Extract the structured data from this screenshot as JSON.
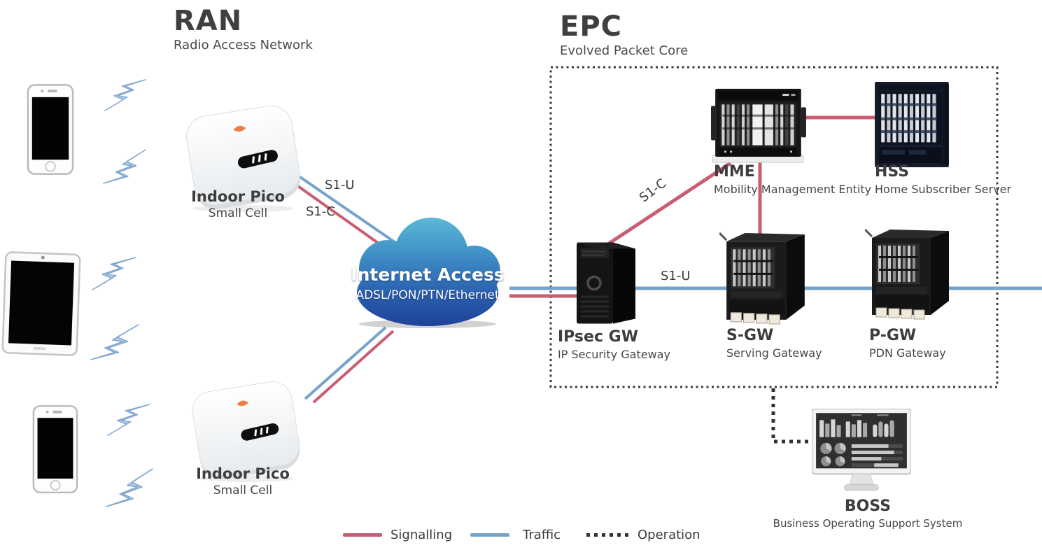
{
  "ran": {
    "title": "RAN",
    "subtitle": "Radio Access Network"
  },
  "epc": {
    "title": "EPC",
    "subtitle": "Evolved Packet Core"
  },
  "cloud": {
    "title": "Internet Access",
    "subtitle": "ADSL/PON/PTN/Ethernet"
  },
  "devices": {
    "pico1": {
      "name": "Indoor Pico",
      "subtitle": "Small Cell"
    },
    "pico2": {
      "name": "Indoor Pico",
      "subtitle": "Small Cell"
    },
    "ipsec_gw": {
      "name": "IPsec GW",
      "subtitle": "IP Security Gateway"
    },
    "mme": {
      "name": "MME",
      "subtitle": "Mobility Management Entity"
    },
    "hss": {
      "name": "HSS",
      "subtitle": "Home Subscriber Server"
    },
    "sgw": {
      "name": "S-GW",
      "subtitle": "Serving Gateway"
    },
    "pgw": {
      "name": "P-GW",
      "subtitle": "PDN Gateway"
    },
    "boss": {
      "name": "BOSS",
      "subtitle": "Business Operating Support System"
    }
  },
  "links": {
    "pico1_s1u": "S1-U",
    "pico1_s1c": "S1-C",
    "ipsec_mme_s1c": "S1-C",
    "backhaul_s1u": "S1-U"
  },
  "legend": {
    "items": [
      {
        "label": "Signalling",
        "color": "#c95d72",
        "style": "solid"
      },
      {
        "label": "Traffic",
        "color": "#74a3cc",
        "style": "solid"
      },
      {
        "label": "Operation",
        "color": "#333333",
        "style": "dotted"
      }
    ]
  },
  "colors": {
    "signalling": "#c95d72",
    "traffic": "#74a3cc",
    "operation": "#333333",
    "epc_border": "#3a3a3a",
    "cloud_top": "#5ec0da",
    "cloud_bottom": "#1c3f97",
    "bolt_fill": "#b3cdea"
  }
}
